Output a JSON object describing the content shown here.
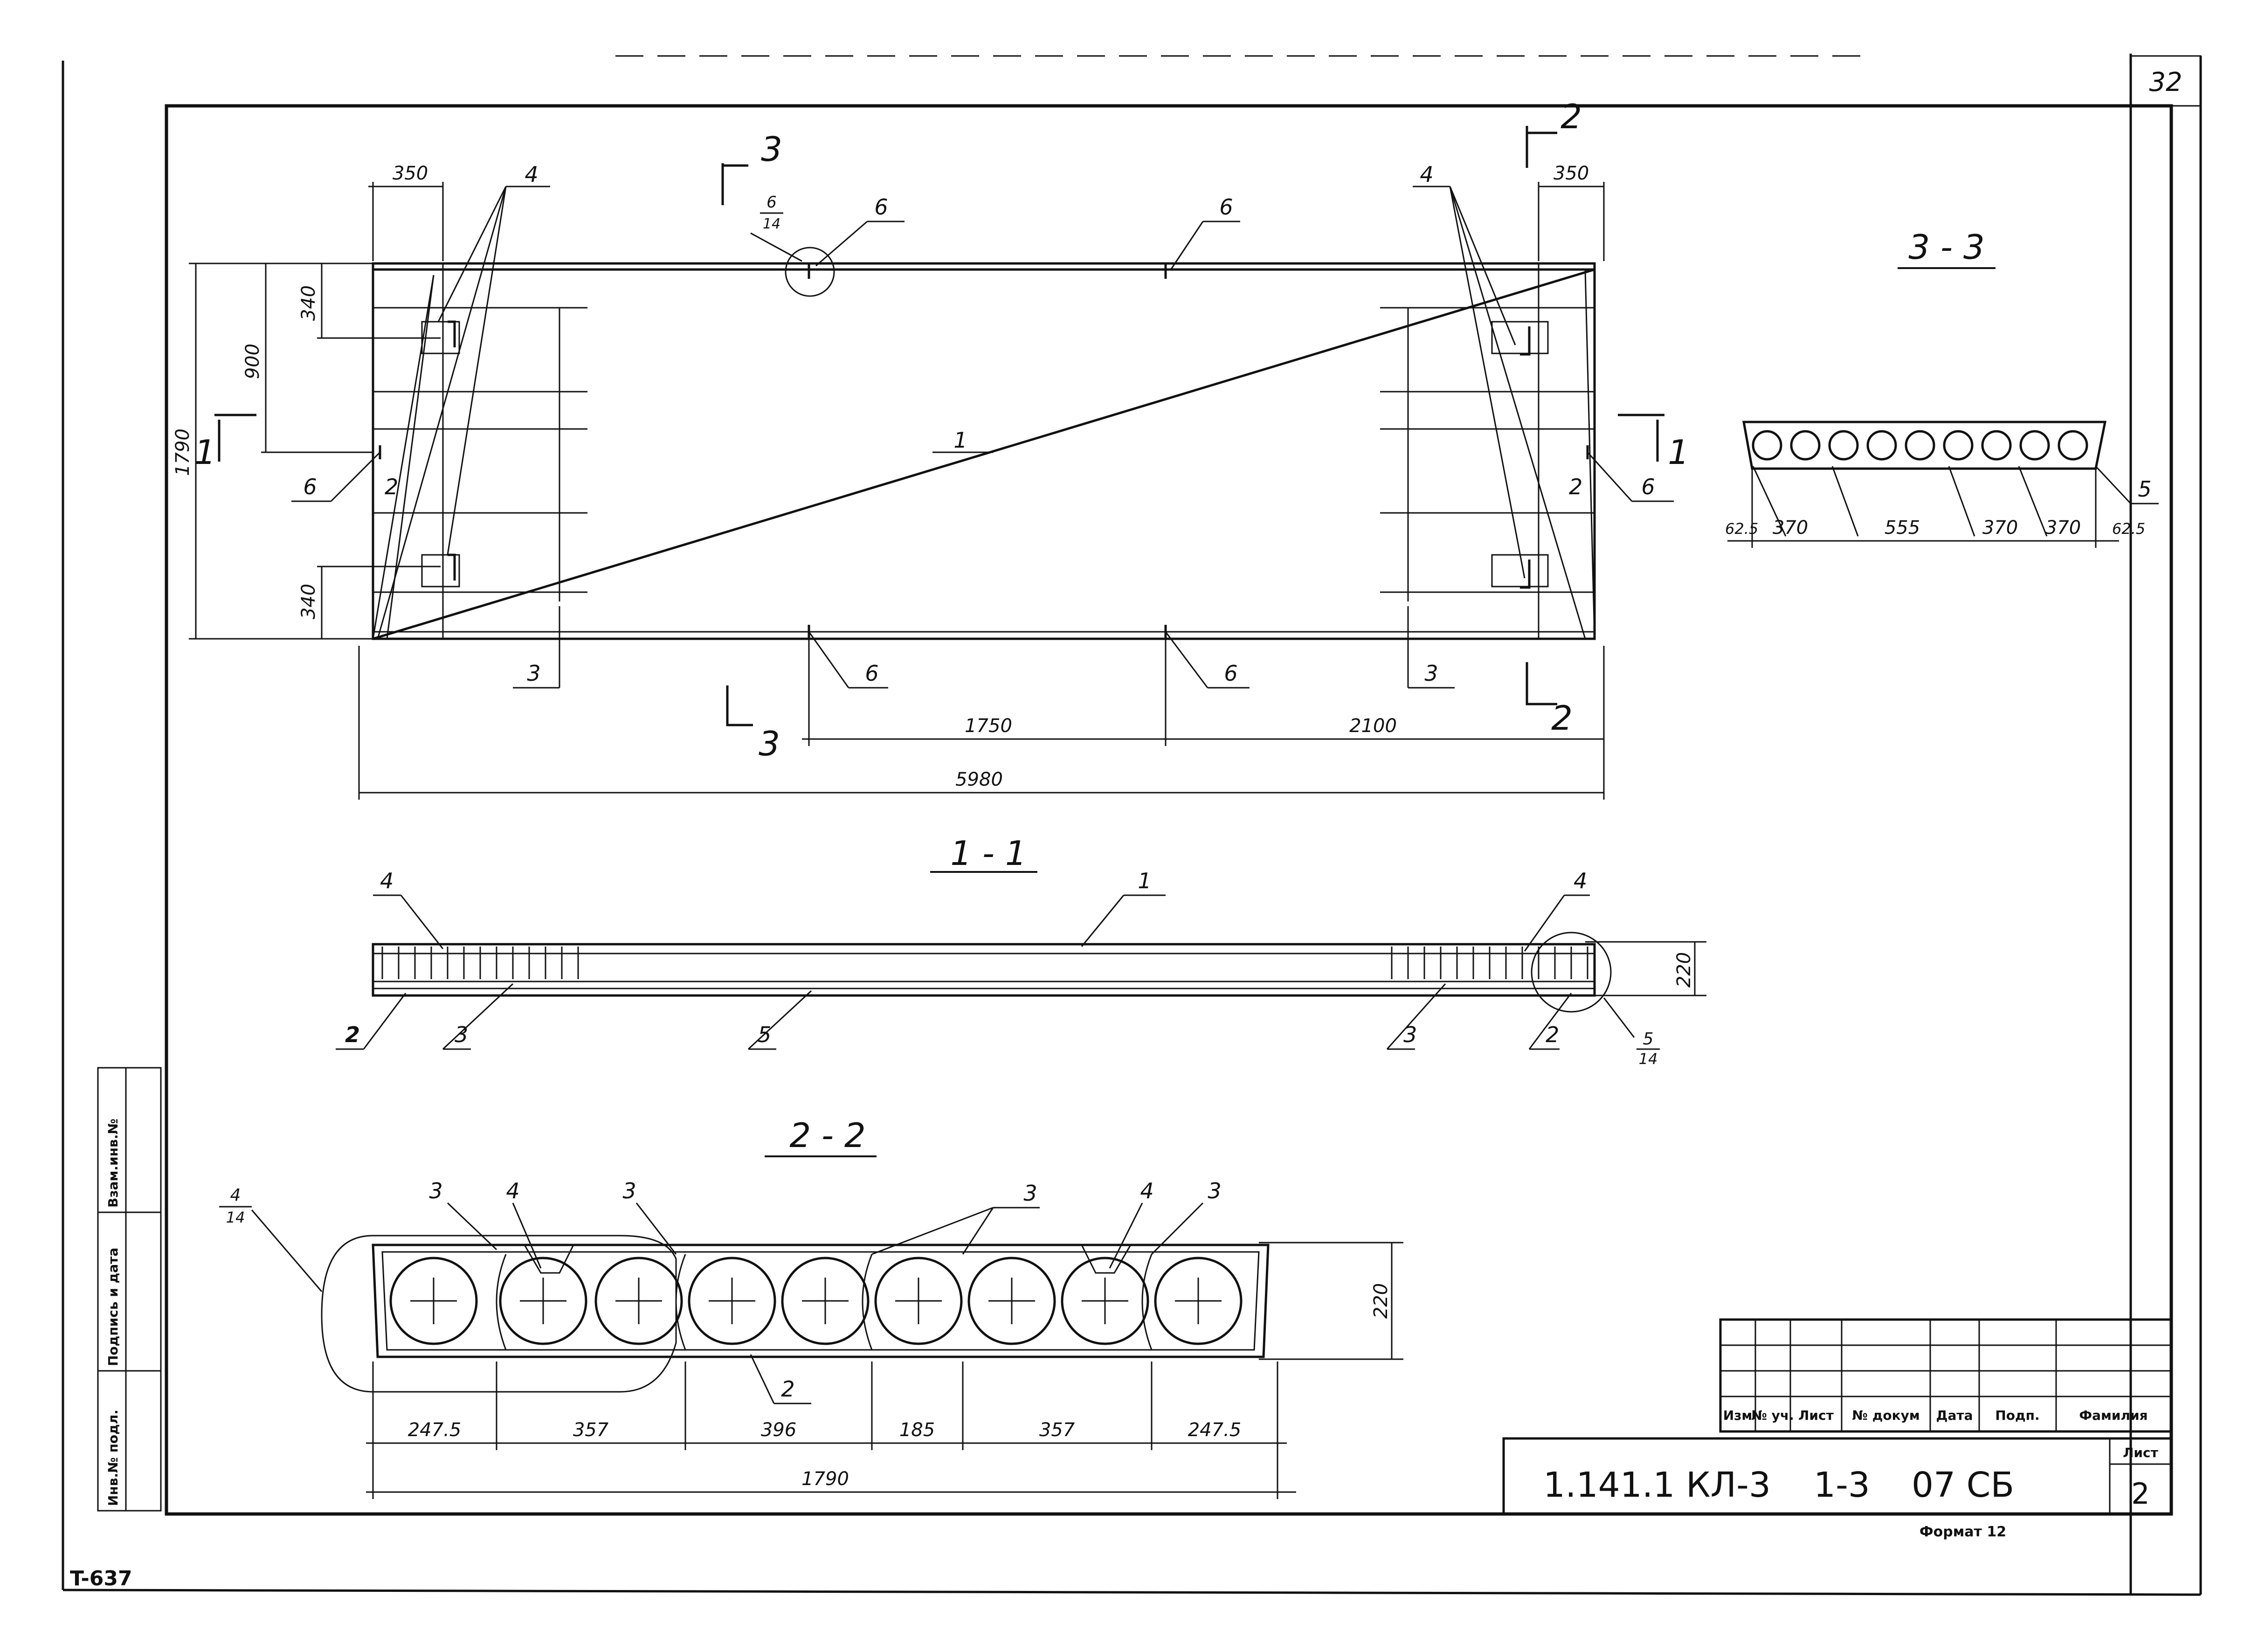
{
  "sheet": {
    "page_number": "32",
    "stamp_code": "T-637",
    "format": "Формат 12"
  },
  "side_stamp": {
    "cells": [
      "Взам.инв.№",
      "Подпись и дата",
      "Инв.№ подл."
    ]
  },
  "title_block": {
    "headers": [
      "Изм",
      "№ уч.",
      "Лист",
      "№ докум",
      "Дата",
      "Подп.",
      "Фамилия"
    ],
    "code": "1.141.1 КЛ-3",
    "range": "1-3",
    "suffix": "07 СБ",
    "sheet_label": "Лист",
    "sheet_no": "2"
  },
  "plan": {
    "dims": {
      "width_total": "5980",
      "left_offset": "350",
      "right_offset": "350",
      "height_total": "1790",
      "side_900": "900",
      "top_340": "340",
      "bottom_340": "340",
      "seg_1750": "1750",
      "seg_2100": "2100"
    },
    "section_marks": {
      "s3_top": "3",
      "s3_bottom": "3",
      "s2_top": "2",
      "s2_bottom": "2",
      "s1_left": "1",
      "s1_right": "1"
    },
    "callouts": {
      "c4_left": "4",
      "c4_right": "4",
      "c6_node": "6",
      "c6_node_sheet": "14",
      "c6_top_mid": "6",
      "c6_top_right": "6",
      "c6_left": "6",
      "c6_right": "6",
      "c6_bottom_mid": "6",
      "c6_bottom_right": "6",
      "c2_left": "2",
      "c2_right": "2",
      "c1_diag": "1",
      "c3_left": "3",
      "c3_right": "3"
    }
  },
  "section_1_1": {
    "title": "1 - 1",
    "height_dim": "220",
    "callouts": {
      "c4_left": "4",
      "c4_right": "4",
      "c1": "1",
      "c2_left": "2",
      "c3_left": "3",
      "c5": "5",
      "c3_right": "3",
      "c2_right": "2",
      "node_5": "5",
      "node_5_sheet": "14"
    }
  },
  "section_2_2": {
    "title": "2 - 2",
    "height_dim": "220",
    "dims": [
      "247.5",
      "357",
      "396",
      "185",
      "357",
      "247.5"
    ],
    "total": "1790",
    "callouts": {
      "node_4": "4",
      "node_4_sheet": "14",
      "c3_a": "3",
      "c4_a": "4",
      "c3_b": "3",
      "c3_c": "3",
      "c4_b": "4",
      "c3_d": "3",
      "c2": "2"
    }
  },
  "section_3_3": {
    "title": "3 - 3",
    "dims": [
      "62.5",
      "370",
      "555",
      "370",
      "370",
      "62.5"
    ],
    "callout_5": "5"
  }
}
